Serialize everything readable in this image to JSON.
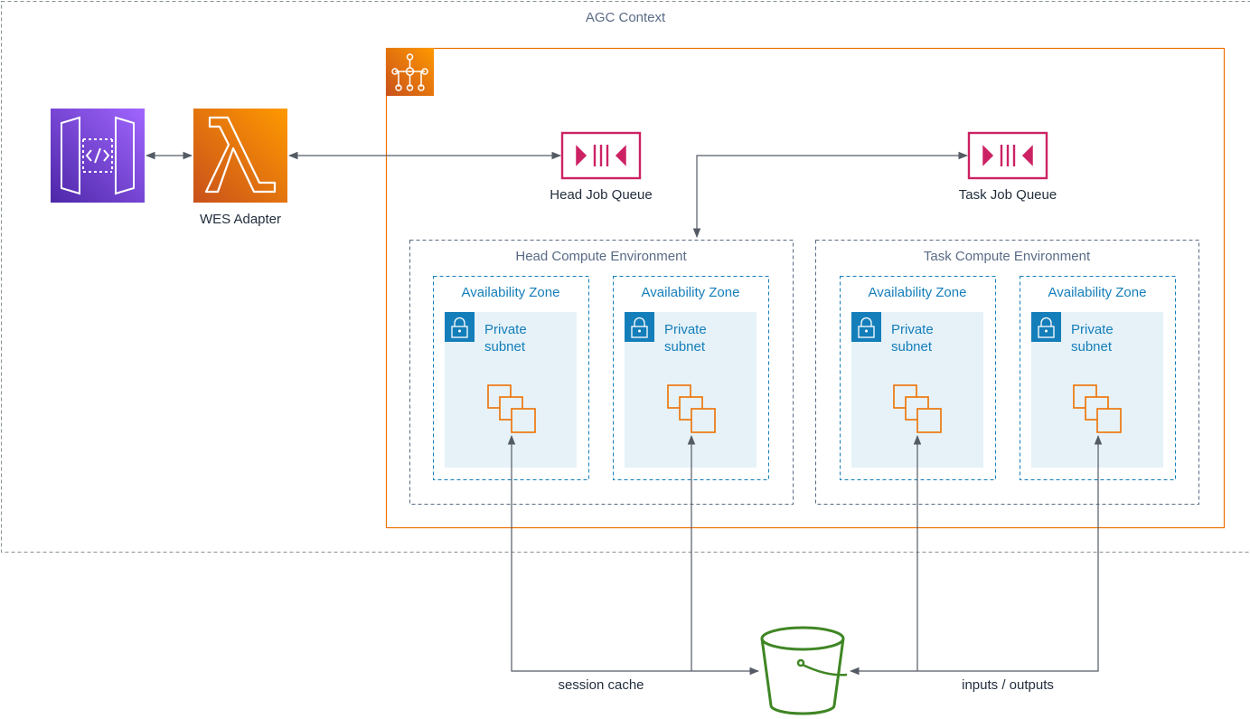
{
  "diagram": {
    "context_label": "AGC Context",
    "wes_adapter_label": "WES Adapter",
    "head_queue_label": "Head Job Queue",
    "task_queue_label": "Task Job Queue",
    "head_env_label": "Head Compute Environment",
    "task_env_label": "Task Compute Environment",
    "availability_zones": [
      {
        "title": "Availability Zone",
        "subnet": "Private subnet"
      },
      {
        "title": "Availability Zone",
        "subnet": "Private subnet"
      },
      {
        "title": "Availability Zone",
        "subnet": "Private subnet"
      },
      {
        "title": "Availability Zone",
        "subnet": "Private subnet"
      }
    ],
    "session_cache_label": "session cache",
    "io_label": "inputs / outputs"
  },
  "colors": {
    "api_gateway": "#8c4fff",
    "lambda": "#ed7100",
    "batch_border": "#ed7100",
    "queue": "#cc2264",
    "az_border": "#147eba",
    "subnet_fill": "#e6f2f8",
    "ec2": "#ed7100",
    "s3": "#3f8624",
    "connector": "#545b64"
  },
  "icons": [
    "api-gateway-icon",
    "lambda-icon",
    "batch-icon",
    "queue-icon",
    "lock-icon",
    "ec2-instances-icon",
    "s3-bucket-icon"
  ]
}
